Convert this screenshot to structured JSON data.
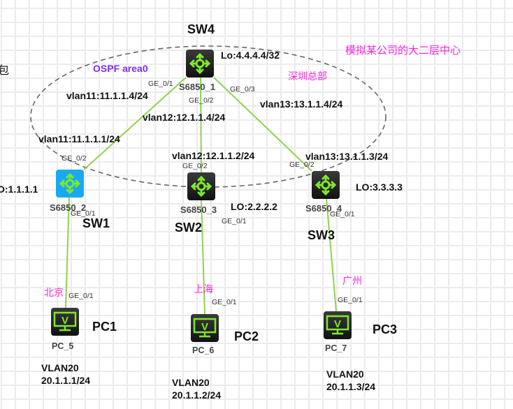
{
  "title": "模拟某公司的大二层中心",
  "edge_fragments": {
    "left_char": "包",
    "left_lo": "O:1.1.1.1"
  },
  "ospf_label": "OSPF area0",
  "hq_label": "深圳总部",
  "switches": {
    "sw4": {
      "name": "SW4",
      "model": "S6850_1",
      "loopback": "Lo:4.4.4.4/32",
      "ports": {
        "ge1": "GE_0/1",
        "ge2": "GE_0/2",
        "ge3": "GE_0/3"
      },
      "vlans": {
        "v11": "vlan11:11.1.1.4/24",
        "v12": "vlan12:12.1.1.4/24",
        "v13": "vlan13:13.1.1.4/24"
      }
    },
    "sw1": {
      "name": "SW1",
      "model": "S6850_2",
      "vlan": "vlan11:11.1.1.1/24",
      "ports": {
        "up": "GE_0/2",
        "down": "GE_0/1"
      }
    },
    "sw2": {
      "name": "SW2",
      "model": "S6850_3",
      "loopback": "LO:2.2.2.2",
      "vlan": "vlan12:12.1.1.2/24",
      "ports": {
        "up": "GE_0/2",
        "down": "GE_0/1"
      }
    },
    "sw3": {
      "name": "SW3",
      "model": "S6850_4",
      "loopback": "LO:3.3.3.3",
      "vlan": "vlan13:13.1.1.3/24",
      "ports": {
        "up": "GE_0/2",
        "down": "GE_0/1"
      }
    }
  },
  "pcs": {
    "pc1": {
      "name": "PC1",
      "model": "PC_5",
      "city": "北京",
      "port": "GE_0/1",
      "vlan": "VLAN20",
      "ip": "20.1.1.1/24"
    },
    "pc2": {
      "name": "PC2",
      "model": "PC_6",
      "city": "上海",
      "port": "GE_0/1",
      "vlan": "VLAN20",
      "ip": "20.1.1.2/24"
    },
    "pc3": {
      "name": "PC3",
      "model": "PC_7",
      "city": "广州",
      "port": "GE_0/1",
      "vlan": "VLAN20",
      "ip": "20.1.1.3/24"
    }
  },
  "colors": {
    "link": "#8fd14f",
    "annotation": "#ff22dd",
    "ospf": "#7a2cf0",
    "icon_green": "#7ee82a",
    "switch_blue": "#1aa8f2"
  }
}
